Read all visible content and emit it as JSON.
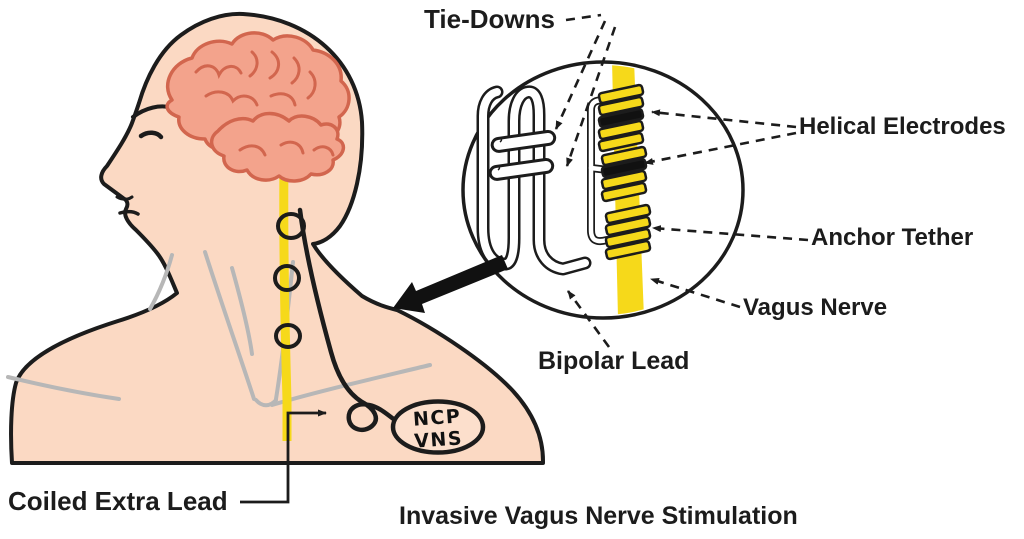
{
  "title": "Invasive Vagus Nerve Stimulation",
  "labels": {
    "tie_downs": "Tie-Downs",
    "helical_electrodes": "Helical Electrodes",
    "anchor_tether": "Anchor Tether",
    "vagus_nerve": "Vagus Nerve",
    "bipolar_lead": "Bipolar Lead",
    "coiled_extra_lead": "Coiled Extra Lead"
  },
  "device": {
    "line1": "NCP",
    "line2": "VNS"
  },
  "colors": {
    "skin": "#fbd9c3",
    "brain_fill": "#f3a38c",
    "brain_outline": "#d2664e",
    "nerve_yellow": "#f6d91a",
    "line_black": "#1c1c1c",
    "muscle_gray": "#b7b7b7"
  }
}
